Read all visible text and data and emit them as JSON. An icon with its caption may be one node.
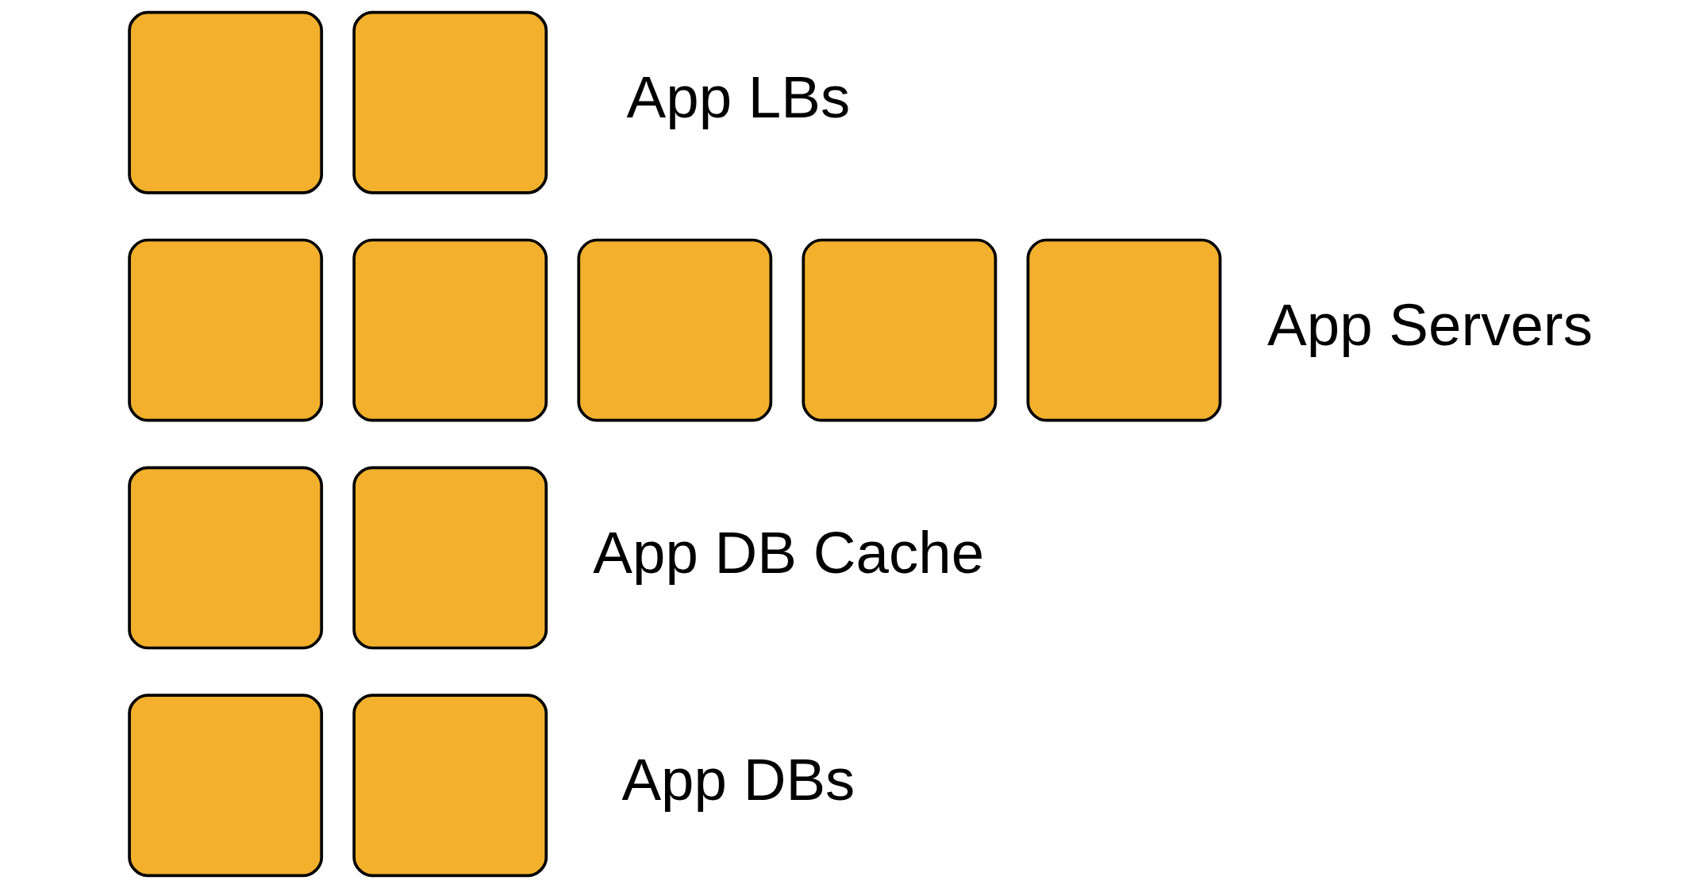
{
  "diagram": {
    "nodes": [
      {
        "text": [],
        "shape": "box"
      },
      {
        "text": [],
        "shape": "box"
      },
      {
        "text": [],
        "shape": "box"
      },
      {
        "text": [],
        "shape": "box"
      },
      {
        "text": [],
        "shape": "box"
      },
      {
        "text": [],
        "shape": "box"
      },
      {
        "text": [],
        "shape": "box"
      },
      {
        "text": [],
        "shape": "box"
      },
      {
        "text": [],
        "shape": "box"
      },
      {
        "text": [],
        "shape": "box"
      },
      {
        "text": [],
        "shape": "box"
      }
    ],
    "labels": [
      "App LBs",
      "App Servers",
      "App DB Cache",
      "App DBs"
    ]
  }
}
